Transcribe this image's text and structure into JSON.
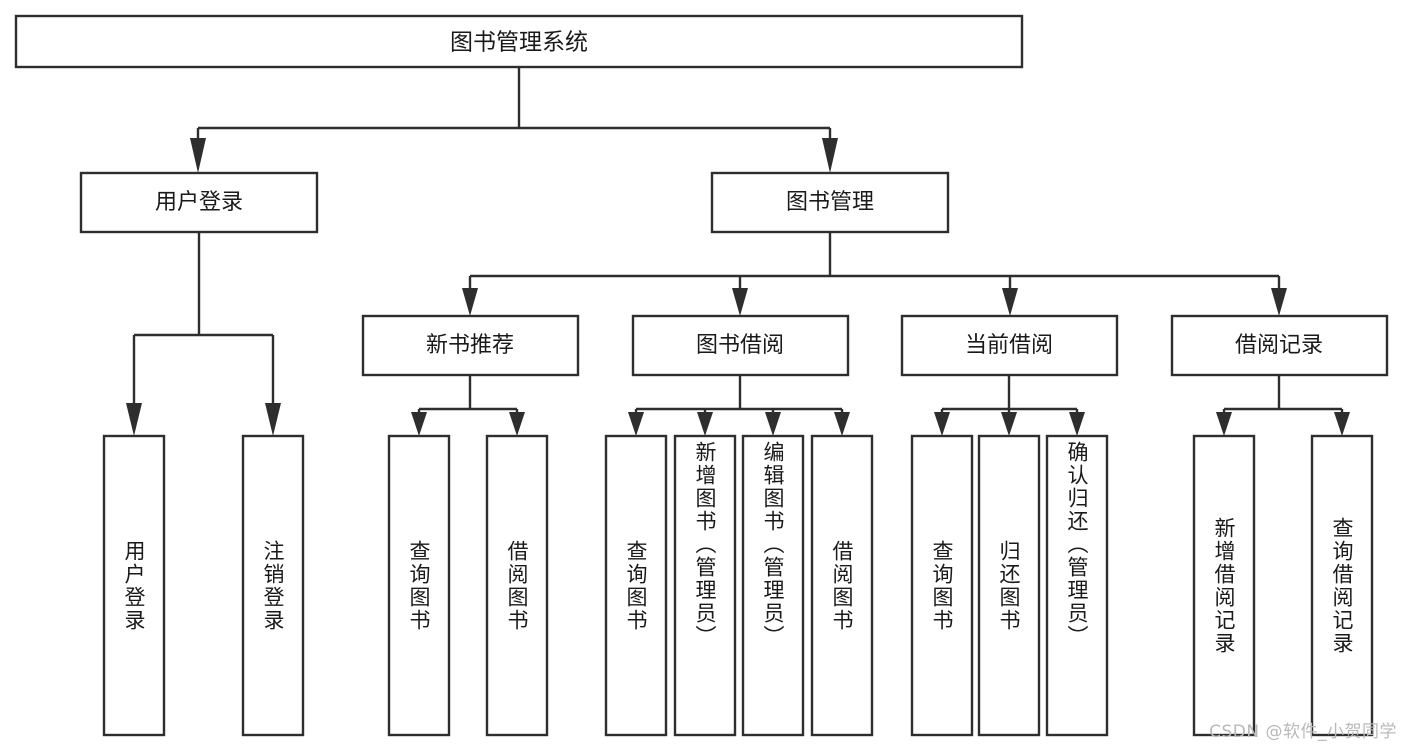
{
  "diagram": {
    "title": "图书管理系统",
    "watermark": "CSDN @软件_小贺同学",
    "root": {
      "label": "图书管理系统"
    },
    "level2": [
      {
        "label": "用户登录"
      },
      {
        "label": "图书管理"
      }
    ],
    "level3": [
      {
        "label": "新书推荐"
      },
      {
        "label": "图书借阅"
      },
      {
        "label": "当前借阅"
      },
      {
        "label": "借阅记录"
      }
    ],
    "leaves": {
      "user_login": [
        {
          "label": "用户登录"
        },
        {
          "label": "注销登录"
        }
      ],
      "new_book_recommend": [
        {
          "label": "查询图书"
        },
        {
          "label": "借阅图书"
        }
      ],
      "book_borrow": [
        {
          "label": "查询图书"
        },
        {
          "label": "新增图书（管理员）"
        },
        {
          "label": "编辑图书（管理员）"
        },
        {
          "label": "借阅图书"
        }
      ],
      "current_borrow": [
        {
          "label": "查询图书"
        },
        {
          "label": "归还图书"
        },
        {
          "label": "确认归还（管理员）"
        }
      ],
      "borrow_record": [
        {
          "label": "新增借阅记录"
        },
        {
          "label": "查询借阅记录"
        }
      ]
    }
  }
}
